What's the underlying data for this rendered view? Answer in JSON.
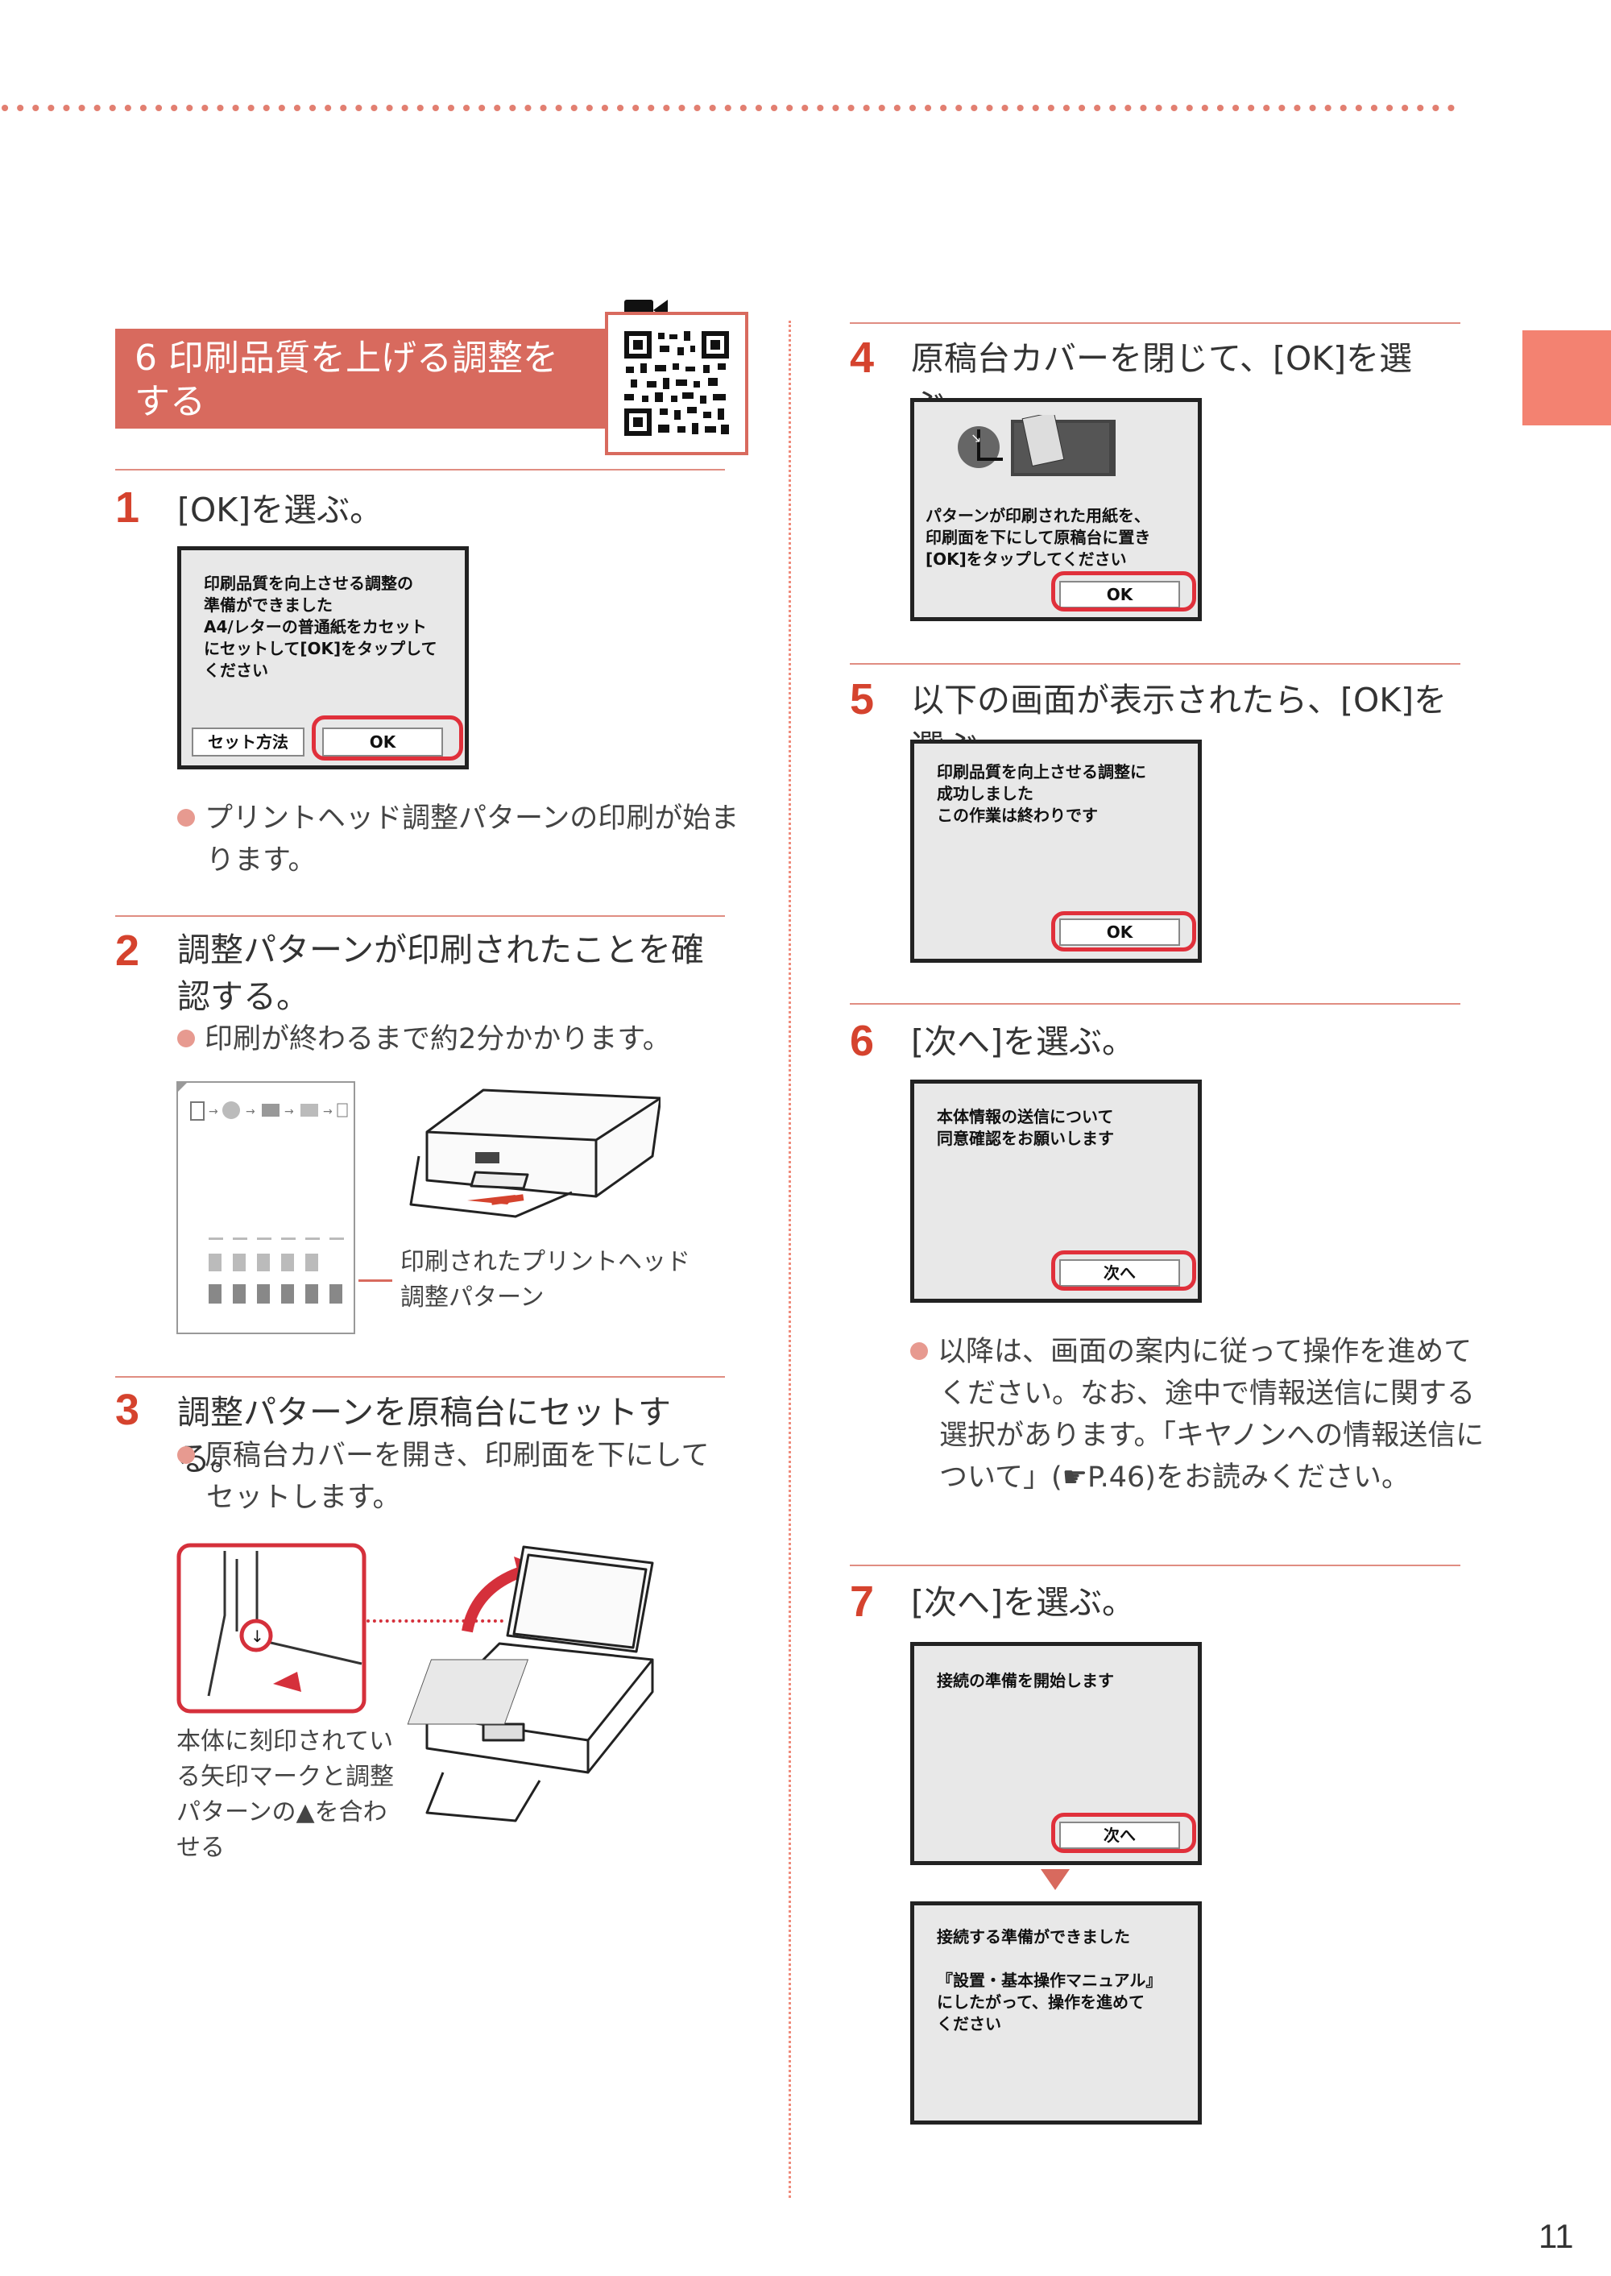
{
  "section": {
    "title": "6 印刷品質を上げる調整をする"
  },
  "steps": [
    {
      "num": "1",
      "text": "[OK]を選ぶ。",
      "screen_text": "印刷品質を向上させる調整の\n準備ができました\nA4/レターの普通紙をカセット\nにセットして[OK]をタップして\nください",
      "buttons": [
        "セット方法",
        "OK"
      ],
      "bullets": [
        "プリントヘッド調整パターンの印刷が始まります。"
      ]
    },
    {
      "num": "2",
      "text": "調整パターンが印刷されたことを確認する。",
      "bullets": [
        "印刷が終わるまで約2分かかります。"
      ],
      "caption": "印刷されたプリントヘッド調整パターン"
    },
    {
      "num": "3",
      "text": "調整パターンを原稿台にセットする。",
      "bullets": [
        "原稿台カバーを開き、印刷面を下にしてセットします。"
      ],
      "caption": "本体に刻印されている矢印マークと調整パターンの▲を合わせる"
    },
    {
      "num": "4",
      "text": "原稿台カバーを閉じて、[OK]を選ぶ。",
      "screen_text": "パターンが印刷された用紙を、\n印刷面を下にして原稿台に置き\n[OK]をタップしてください",
      "buttons": [
        "OK"
      ]
    },
    {
      "num": "5",
      "text": "以下の画面が表示されたら、[OK]を選ぶ。",
      "screen_text": "印刷品質を向上させる調整に\n成功しました\nこの作業は終わりです",
      "buttons": [
        "OK"
      ]
    },
    {
      "num": "6",
      "text": "[次へ]を選ぶ。",
      "screen_text": "本体情報の送信について\n同意確認をお願いします",
      "buttons": [
        "次へ"
      ],
      "bullets": [
        "以降は、画面の案内に従って操作を進めてください。なお、途中で情報送信に関する選択があります。「キヤノンへの情報送信について」(☛P.46)をお読みください。"
      ]
    },
    {
      "num": "7",
      "text": "[次へ]を選ぶ。",
      "screen_text": "接続の準備を開始します",
      "buttons": [
        "次へ"
      ],
      "screen2_text": "接続する準備ができました\n\n『設置・基本操作マニュアル』\nにしたがって、操作を進めて\nください"
    }
  ],
  "page_number": "11",
  "colors": {
    "accent": "#d86a5e",
    "tab": "#f38271",
    "step_number": "#d5432e",
    "highlight": "#e0303b"
  }
}
